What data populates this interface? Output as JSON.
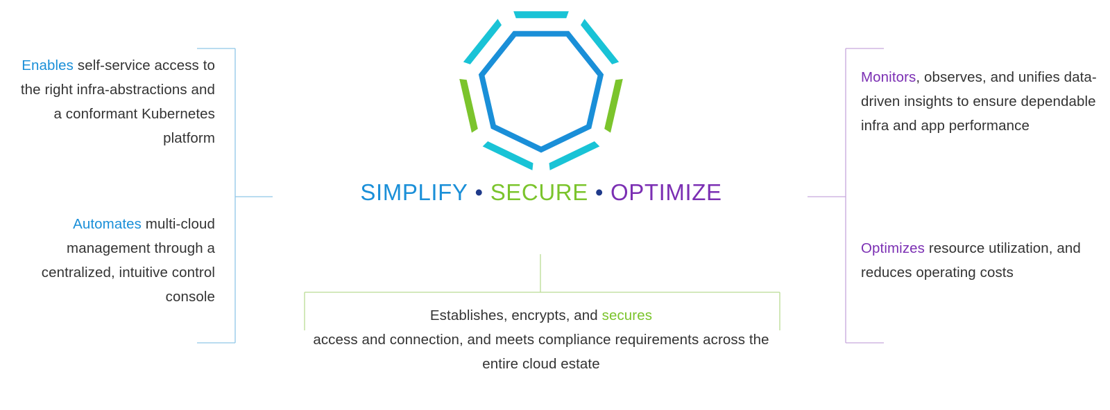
{
  "colors": {
    "simplify_blue": "#1a8fd8",
    "secure_green": "#7bc42c",
    "optimize_purple": "#7b2fb3",
    "text": "#333333",
    "dot": "#1f3a8a",
    "left_bracket": "#8fc7e8",
    "right_bracket": "#c7a6dc",
    "bottom_bracket": "#b9dc93",
    "logo_cyan": "#19c3d6",
    "logo_navy": "#1f3a8a",
    "logo_green": "#7bc42c",
    "logo_inner_blue": "#1a8fd8"
  },
  "logo": {
    "icon": "heptagon-logo-icon"
  },
  "tagline": {
    "simplify": "SIMPLIFY",
    "secure": "SECURE",
    "optimize": "OPTIMIZE",
    "separator": "•"
  },
  "left": {
    "top": {
      "keyword": "Enables",
      "text": " self-service access to the right  infra-abstractions and a conformant Kubernetes platform"
    },
    "bottom": {
      "keyword": "Automates",
      "text": " multi-cloud management through a centralized, intuitive control console"
    }
  },
  "right": {
    "top": {
      "keyword": "Monitors",
      "text": ", observes, and unifies data-driven insights to ensure dependable infra and app performance"
    },
    "bottom": {
      "keyword": "Optimizes",
      "text": " resource utilization, and reduces operating costs"
    }
  },
  "bottom": {
    "prefix": "Establishes, encrypts, and ",
    "keyword": "secures",
    "text": "access and connection, and meets compliance requirements across the entire cloud estate"
  }
}
